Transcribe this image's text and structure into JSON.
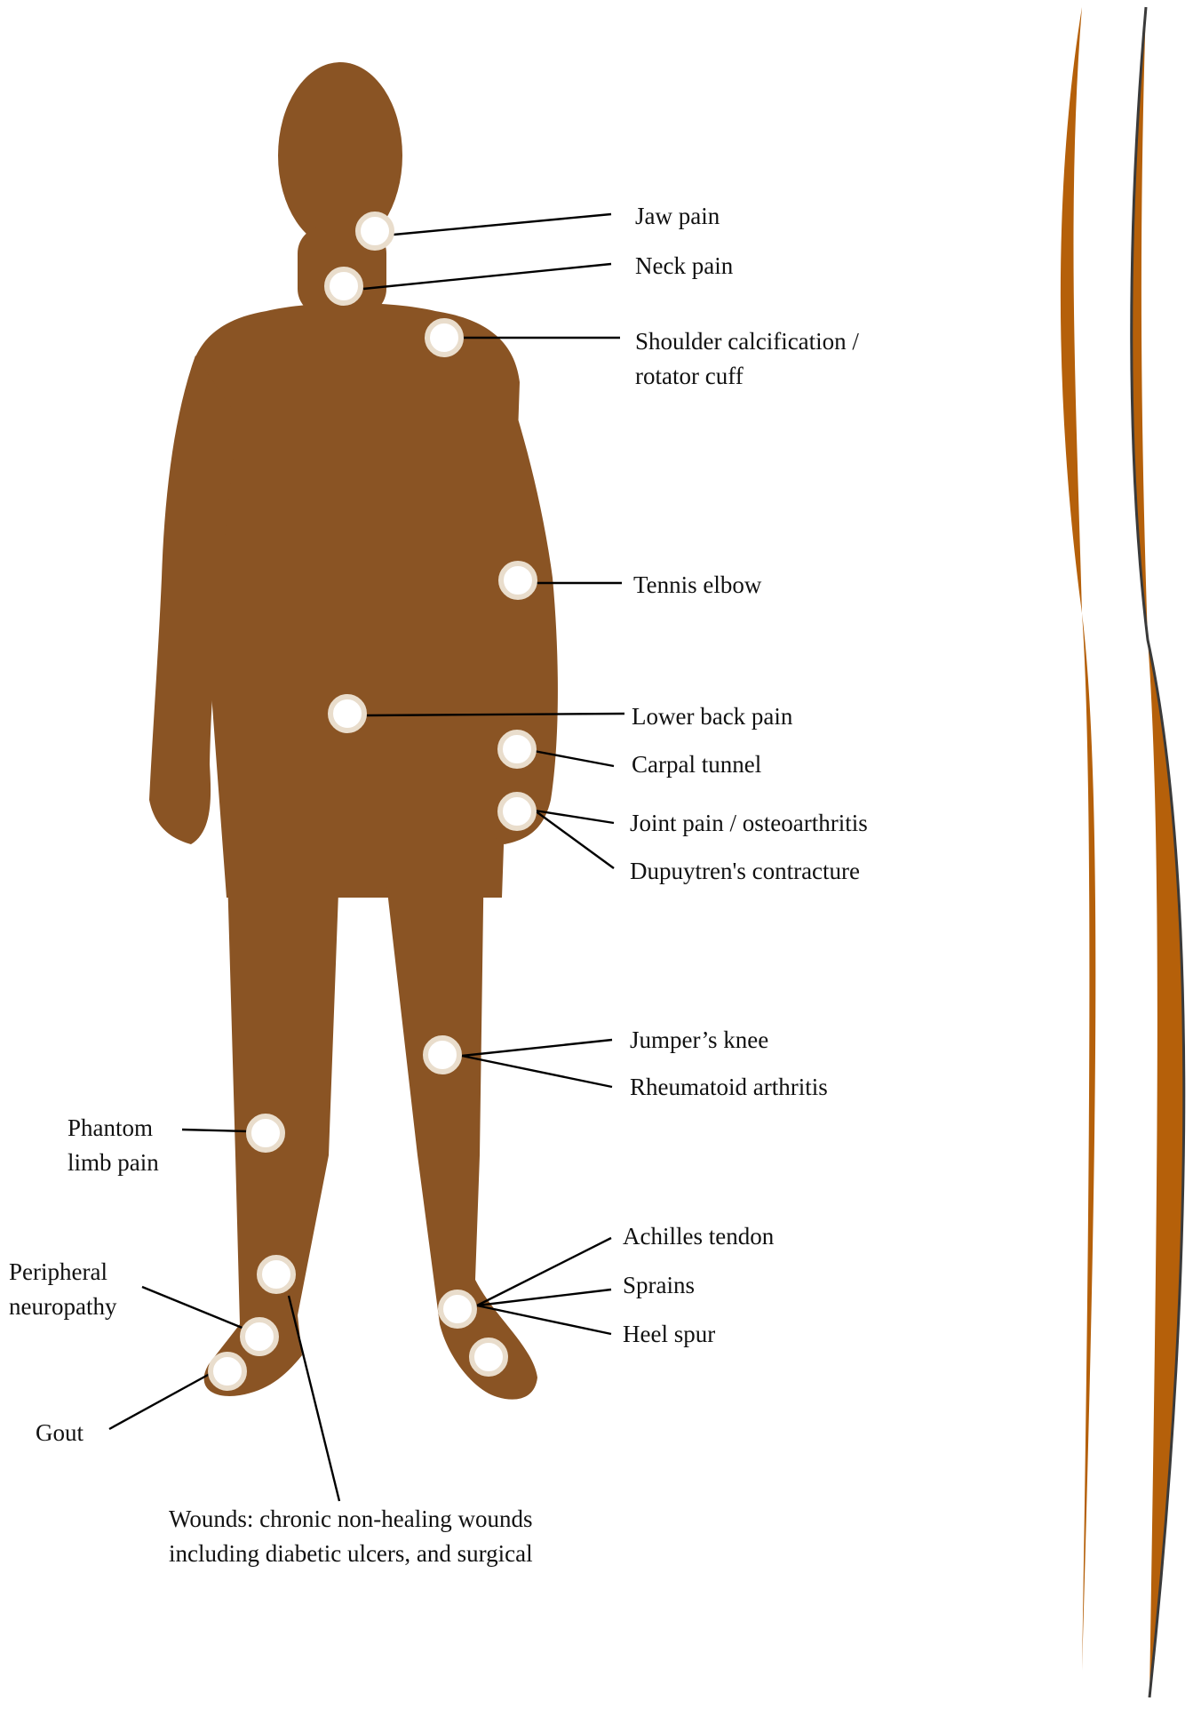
{
  "colors": {
    "body": "#8a5424",
    "marker_fill": "#ffffff",
    "marker_ring": "#e9ddcc",
    "band": "#b5600a",
    "band_edge": "#3a3a3a",
    "leader": "#000000"
  },
  "markers": [
    "jaw-marker",
    "neck-marker",
    "shoulder-marker",
    "elbow-marker",
    "lower-back-marker",
    "wrist-marker",
    "hand-marker",
    "knee-marker",
    "thigh-marker",
    "shin-marker",
    "left-ankle-marker",
    "left-toe-marker",
    "right-ankle-marker",
    "right-heel-marker"
  ],
  "labels": {
    "jaw": "Jaw pain",
    "neck": "Neck pain",
    "shoulder": [
      "Shoulder calcification /",
      "rotator cuff"
    ],
    "elbow": "Tennis elbow",
    "lower_back": "Lower back pain",
    "carpal": "Carpal tunnel",
    "joint": "Joint pain / osteoarthritis",
    "dupuytren": "Dupuytren's contracture",
    "jumper": "Jumper’s knee",
    "rheumatoid": "Rheumatoid arthritis",
    "phantom": [
      "Phantom",
      "limb pain"
    ],
    "achilles": "Achilles tendon",
    "sprains": "Sprains",
    "heel": "Heel spur",
    "peripheral": [
      "Peripheral",
      "neuropathy"
    ],
    "gout": "Gout",
    "wounds": [
      "Wounds: chronic non-healing wounds",
      "including diabetic ulcers, and surgical"
    ]
  }
}
